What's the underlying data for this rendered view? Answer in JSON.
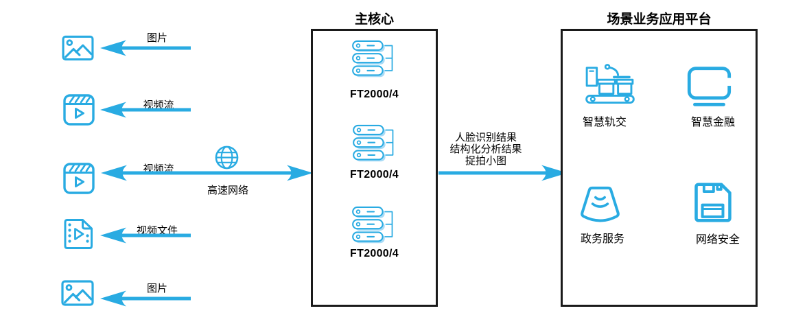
{
  "colors": {
    "accent": "#29ABE2",
    "server_shadow": "#A9DBF6",
    "box_border": "#1A1A1A",
    "text": "#000000"
  },
  "sources": [
    {
      "label": "图片"
    },
    {
      "label": "视频流"
    },
    {
      "label": "视频流"
    },
    {
      "label": "视频文件"
    },
    {
      "label": "图片"
    }
  ],
  "network": {
    "label": "高速网络"
  },
  "main_core": {
    "title": "主核心",
    "servers": [
      {
        "label": "FT2000/4"
      },
      {
        "label": "FT2000/4"
      },
      {
        "label": "FT2000/4"
      }
    ]
  },
  "output": {
    "line1": "人脸识别结果",
    "line2": "结构化分析结果",
    "line3": "捉拍小图"
  },
  "platform": {
    "title": "场景业务应用平台",
    "items": [
      {
        "label": "智慧轨交"
      },
      {
        "label": "智慧金融"
      },
      {
        "label": "政务服务"
      },
      {
        "label": "网络安全"
      }
    ]
  }
}
